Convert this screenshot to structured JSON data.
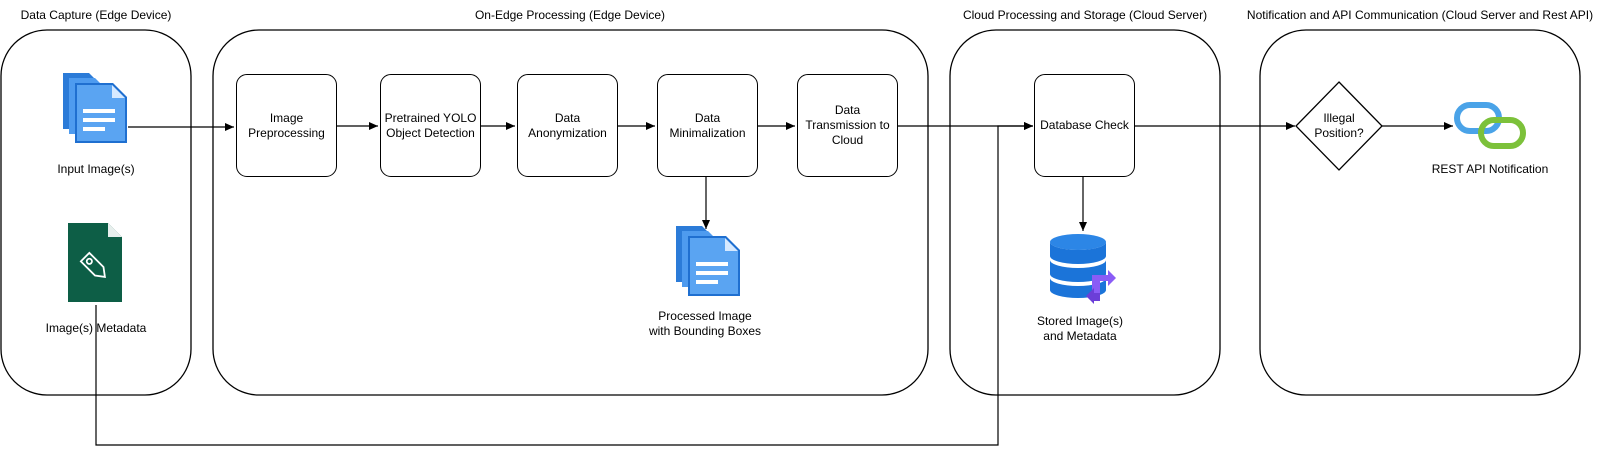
{
  "panels": {
    "capture": "Data Capture (Edge Device)",
    "edge": "On-Edge Processing (Edge Device)",
    "cloud": "Cloud Processing and Storage (Cloud Server)",
    "notify": "Notification and API Communication (Cloud Server and Rest API)"
  },
  "nodes": {
    "input_image": "Input Image(s)",
    "metadata": "Image(s) Metadata",
    "preprocessing": "Image\nPreprocessing",
    "yolo": "Pretrained YOLO\nObject Detection",
    "anonymization": "Data\nAnonymization",
    "minimalization": "Data\nMinimalization",
    "transmission": "Data\nTransmission to\nCloud",
    "processed_image": "Processed Image\nwith Bounding Boxes",
    "database_check": "Database Check",
    "stored": "Stored Image(s)\nand Metadata",
    "decision": "Illegal\nPosition?",
    "rest_api": "REST API Notification"
  },
  "icons": {
    "input_image": "documents-icon",
    "metadata": "tag-document-icon",
    "processed_image": "documents-icon",
    "stored": "database-icon",
    "rest_api": "link-icon"
  },
  "colors": {
    "doc_blue": "#3d8ee6",
    "doc_dark": "#1f6fd0",
    "doc_light": "#d6e9ff",
    "tag_green": "#0d5e46",
    "db_blue": "#1b74d9",
    "db_arrow_purple": "#8a5cf6",
    "link_blue": "#4aa3e8",
    "link_green": "#7cc13a"
  }
}
